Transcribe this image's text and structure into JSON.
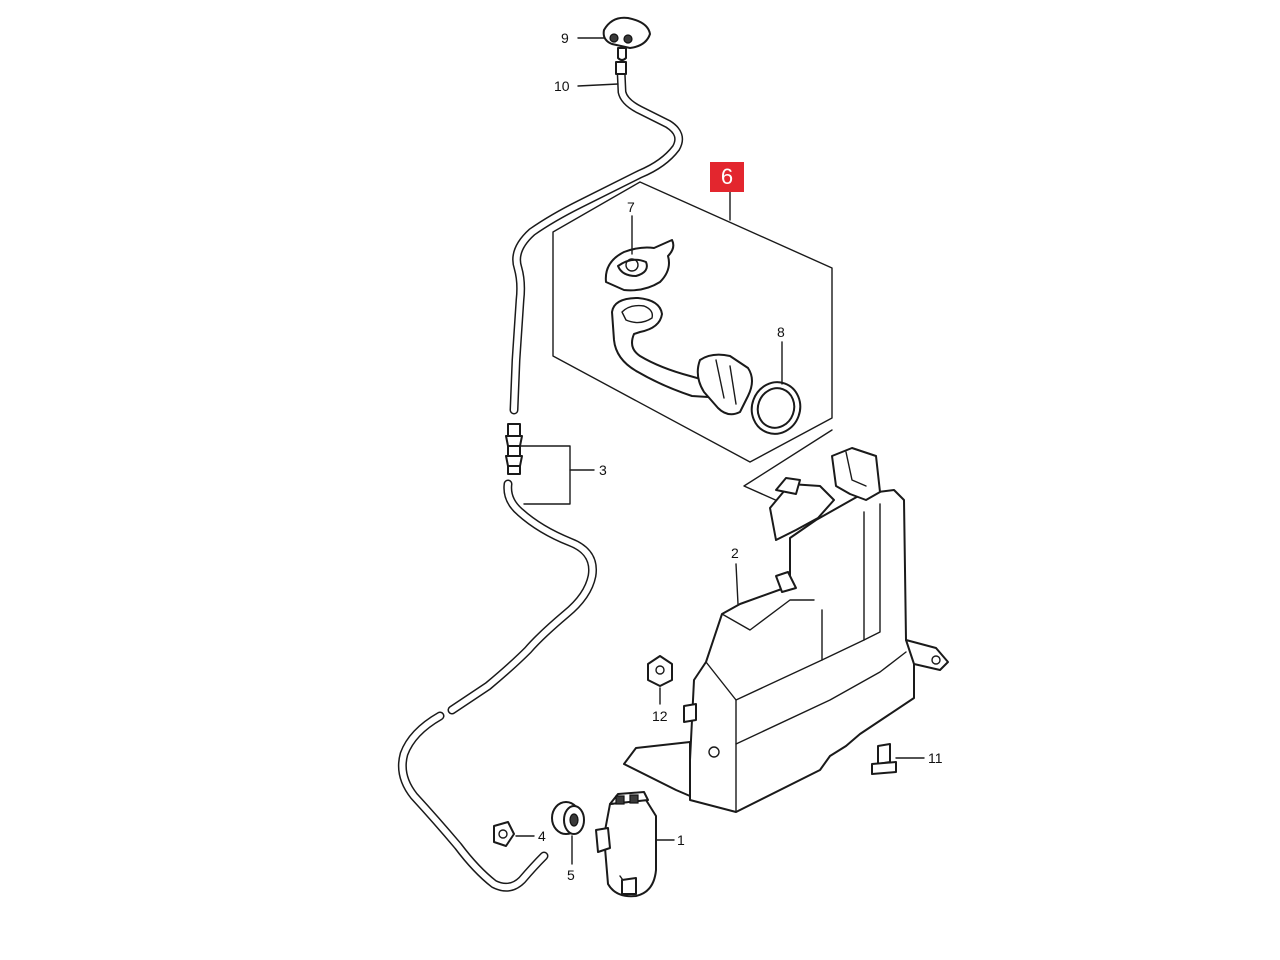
{
  "callouts": {
    "c1": "1",
    "c2": "2",
    "c3": "3",
    "c4": "4",
    "c5": "5",
    "c6": "6",
    "c7": "7",
    "c8": "8",
    "c9": "9",
    "c10": "10",
    "c11": "11",
    "c12": "12"
  },
  "colors": {
    "highlight": "#e3262e",
    "line": "#1a1a1a",
    "background": "#ffffff"
  }
}
